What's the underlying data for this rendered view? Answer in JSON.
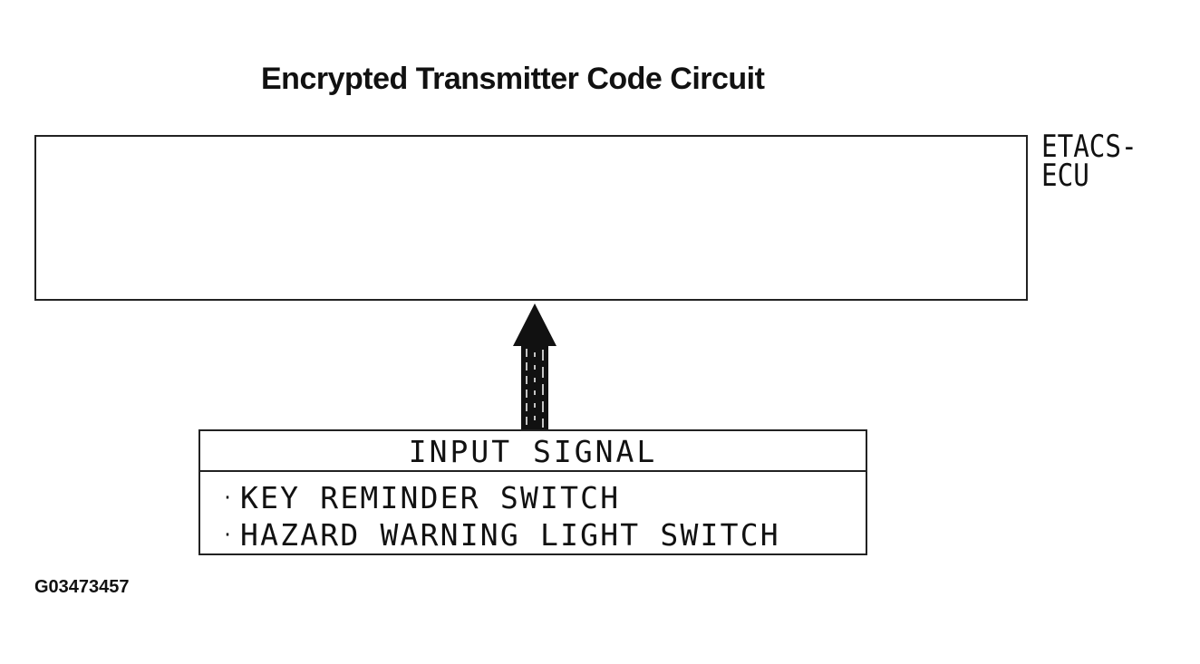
{
  "diagram": {
    "title": "Encrypted Transmitter Code Circuit",
    "ecu": {
      "label_lines": [
        "ETACS-",
        "ECU"
      ]
    },
    "input_signal": {
      "header": "INPUT SIGNAL",
      "bullet": "·",
      "items": [
        "KEY REMINDER SWITCH",
        "HAZARD WARNING LIGHT SWITCH"
      ]
    },
    "figure_id": "G03473457"
  }
}
